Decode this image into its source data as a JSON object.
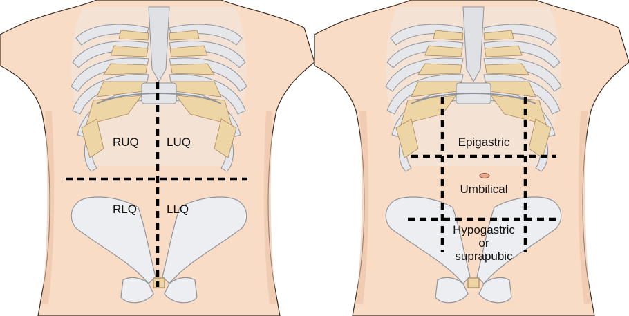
{
  "figure": {
    "quadrants_panel": {
      "labels": {
        "ruq": "RUQ",
        "luq": "LUQ",
        "rlq": "RLQ",
        "llq": "LLQ"
      }
    },
    "regions_panel": {
      "labels": {
        "epigastric": "Epigastric",
        "umbilical": "Umbilical",
        "hypogastric_line1": "Hypogastric",
        "hypogastric_line2": "or",
        "hypogastric_line3": "suprapubic"
      }
    }
  },
  "colors": {
    "skin": "#f9dcc6",
    "skin_outline": "#3a2a20",
    "bone": "#e8e9ec",
    "bone_shadow": "#c9cbd0",
    "cartilage": "#eed5a6",
    "divider": "#000000"
  }
}
